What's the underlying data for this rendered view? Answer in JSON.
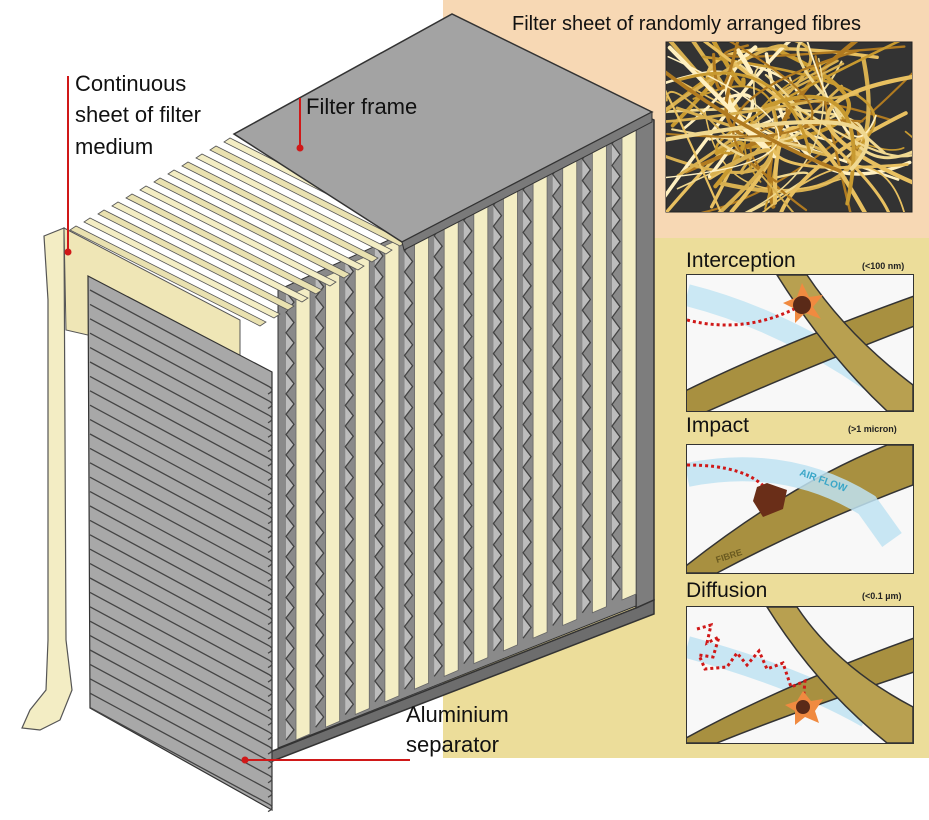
{
  "labels": {
    "fibre_sheet": "Filter sheet of randomly arranged fibres",
    "continuous_l1": "Continuous",
    "continuous_l2": "sheet of filter",
    "continuous_l3": "medium",
    "filter_frame": "Filter frame",
    "separator_l1": "Aluminium",
    "separator_l2": "separator"
  },
  "mechanisms": [
    {
      "title": "Interception",
      "size": "(<100 nm)"
    },
    {
      "title": "Impact",
      "size": "(>1 micron)"
    },
    {
      "title": "Diffusion",
      "size": "(<0.1 µm)"
    }
  ],
  "impact_tags": {
    "air": "AIR FLOW",
    "fibre": "FIBRE"
  },
  "colors": {
    "beige_panel": "#f7d8b4",
    "khaki_panel": "#ecdd9a",
    "fibre": "#a89040",
    "frame_grey": "#9e9e9e",
    "medium_cream": "#f3edc4",
    "leader_red": "#d01818",
    "air_blue": "#a8d8ec",
    "particle": "#5a2a18"
  }
}
